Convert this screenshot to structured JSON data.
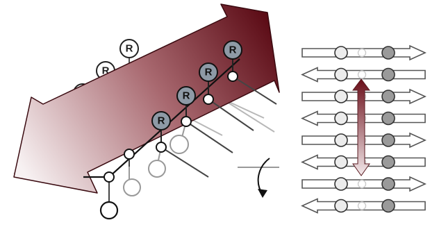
{
  "figure": {
    "residue_label": "R",
    "colors": {
      "arrow_dark": "#6b0f1a",
      "arrow_light": "#f3ecee",
      "residue_fill": "#8e9aa6",
      "node_grey": "#9a9a9a",
      "strand_outline": "#555555"
    },
    "left_panel": {
      "front_residue_count": 4,
      "back_residue_count": 4
    },
    "right_panel": {
      "strand_count": 8,
      "strand_directions": [
        "right",
        "left",
        "right",
        "left",
        "right",
        "left",
        "right",
        "left"
      ]
    }
  }
}
